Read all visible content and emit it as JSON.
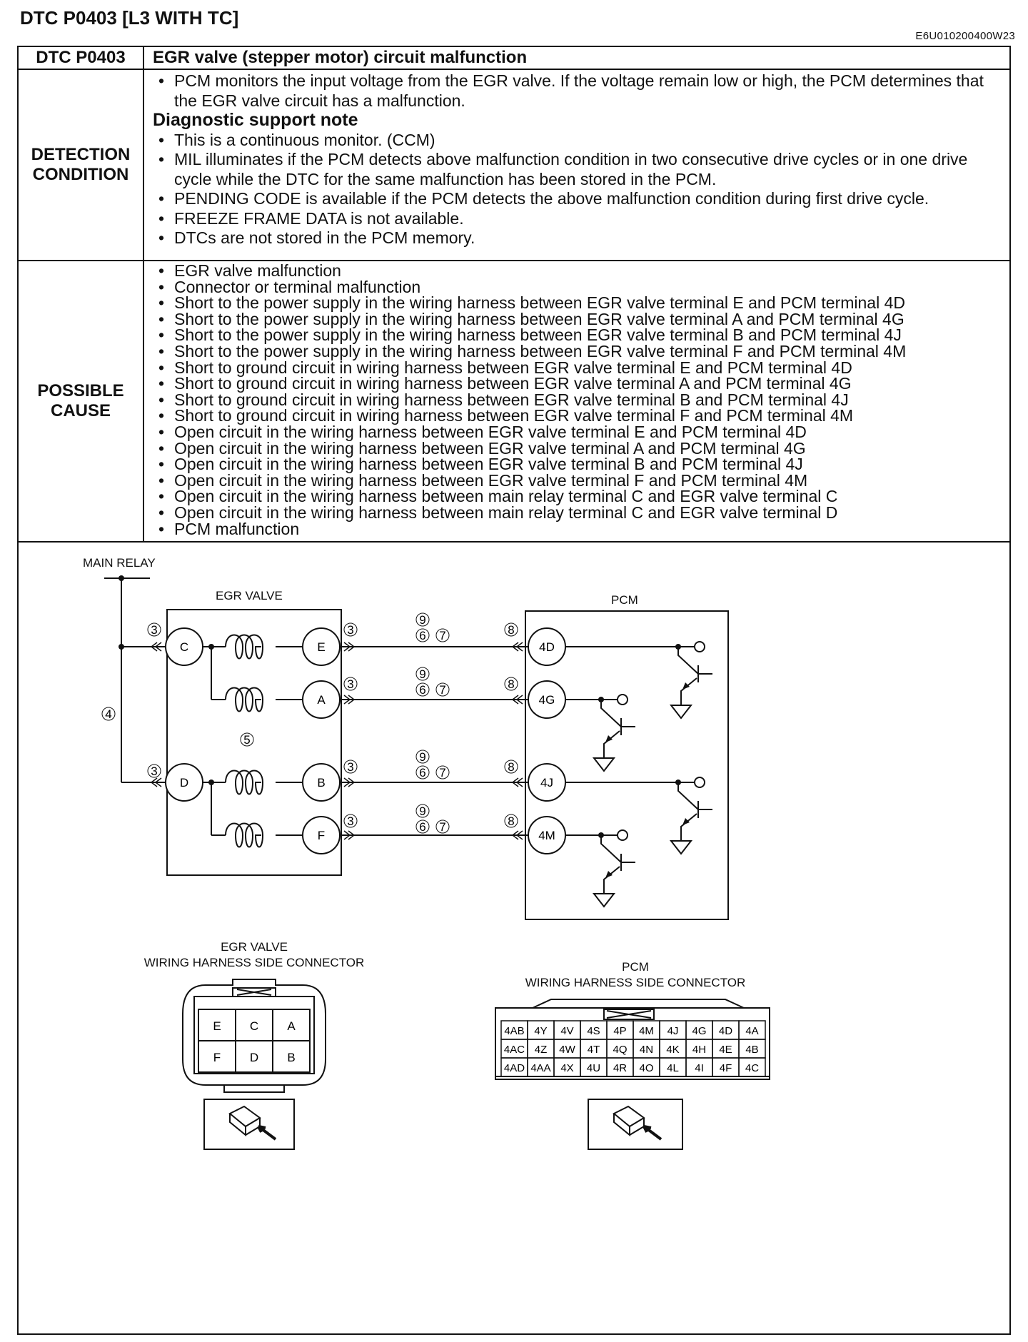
{
  "title": "DTC P0403 [L3 WITH TC]",
  "doc_id": "E6U010200400W23",
  "table": {
    "header": {
      "code": "DTC P0403",
      "description": "EGR valve (stepper motor) circuit malfunction"
    },
    "detection": {
      "label_line1": "DETECTION",
      "label_line2": "CONDITION",
      "intro": "PCM monitors the input voltage from the EGR valve. If the voltage remain low or high, the PCM determines that the EGR valve circuit has a malfunction.",
      "note_title": "Diagnostic support note",
      "notes": [
        "This is a continuous monitor. (CCM)",
        "MIL illuminates if the PCM detects above malfunction condition in two consecutive drive cycles or in one drive cycle while the DTC for the same malfunction has been stored in the PCM.",
        "PENDING CODE is available if the PCM detects the above malfunction condition during first drive cycle.",
        "FREEZE FRAME DATA is not available.",
        "DTCs are not stored in the PCM memory."
      ]
    },
    "possible_cause": {
      "label_line1": "POSSIBLE",
      "label_line2": "CAUSE",
      "items": [
        "EGR valve malfunction",
        "Connector or terminal malfunction",
        "Short to the power supply in the wiring harness between EGR valve terminal E and PCM terminal 4D",
        "Short to the power supply in the wiring harness between EGR valve terminal A and PCM terminal 4G",
        "Short to the power supply in the wiring harness between EGR valve terminal B and PCM terminal 4J",
        "Short to the power supply in the wiring harness between EGR valve terminal F and PCM terminal 4M",
        "Short to ground circuit in wiring harness between EGR valve terminal E and PCM terminal 4D",
        "Short to ground circuit in wiring harness between EGR valve terminal A and PCM terminal 4G",
        "Short to ground circuit in wiring harness between EGR valve terminal B and PCM terminal 4J",
        "Short to ground circuit in wiring harness between EGR valve terminal F and PCM terminal 4M",
        "Open circuit in the wiring harness between EGR valve terminal E and PCM terminal 4D",
        "Open circuit in the wiring harness between EGR valve terminal A and PCM terminal 4G",
        "Open circuit in the wiring harness between EGR valve terminal B and PCM terminal 4J",
        "Open circuit in the wiring harness between EGR valve terminal F and PCM terminal 4M",
        "Open circuit in the wiring harness between main relay terminal C and EGR valve terminal C",
        "Open circuit in the wiring harness between main relay terminal C and EGR valve terminal D",
        "PCM malfunction"
      ]
    }
  },
  "diagram": {
    "main_relay": "MAIN RELAY",
    "egr_valve": "EGR VALVE",
    "pcm": "PCM",
    "egr_terminals": [
      "C",
      "E",
      "A",
      "D",
      "B",
      "F"
    ],
    "pcm_terminals": [
      "4D",
      "4G",
      "4J",
      "4M"
    ],
    "callouts": {
      "n3": "3",
      "n4": "4",
      "n5": "5",
      "n6": "6",
      "n7": "7",
      "n8": "8",
      "n9": "9"
    },
    "egr_connector": {
      "title_line1": "EGR VALVE",
      "title_line2": "WIRING HARNESS SIDE CONNECTOR",
      "rows": [
        [
          "E",
          "C",
          "A"
        ],
        [
          "F",
          "D",
          "B"
        ]
      ]
    },
    "pcm_connector": {
      "title_line1": "PCM",
      "title_line2": "WIRING HARNESS SIDE CONNECTOR",
      "rows": [
        [
          "4AB",
          "4Y",
          "4V",
          "4S",
          "4P",
          "4M",
          "4J",
          "4G",
          "4D",
          "4A"
        ],
        [
          "4AC",
          "4Z",
          "4W",
          "4T",
          "4Q",
          "4N",
          "4K",
          "4H",
          "4E",
          "4B"
        ],
        [
          "4AD",
          "4AA",
          "4X",
          "4U",
          "4R",
          "4O",
          "4L",
          "4I",
          "4F",
          "4C"
        ]
      ]
    }
  }
}
